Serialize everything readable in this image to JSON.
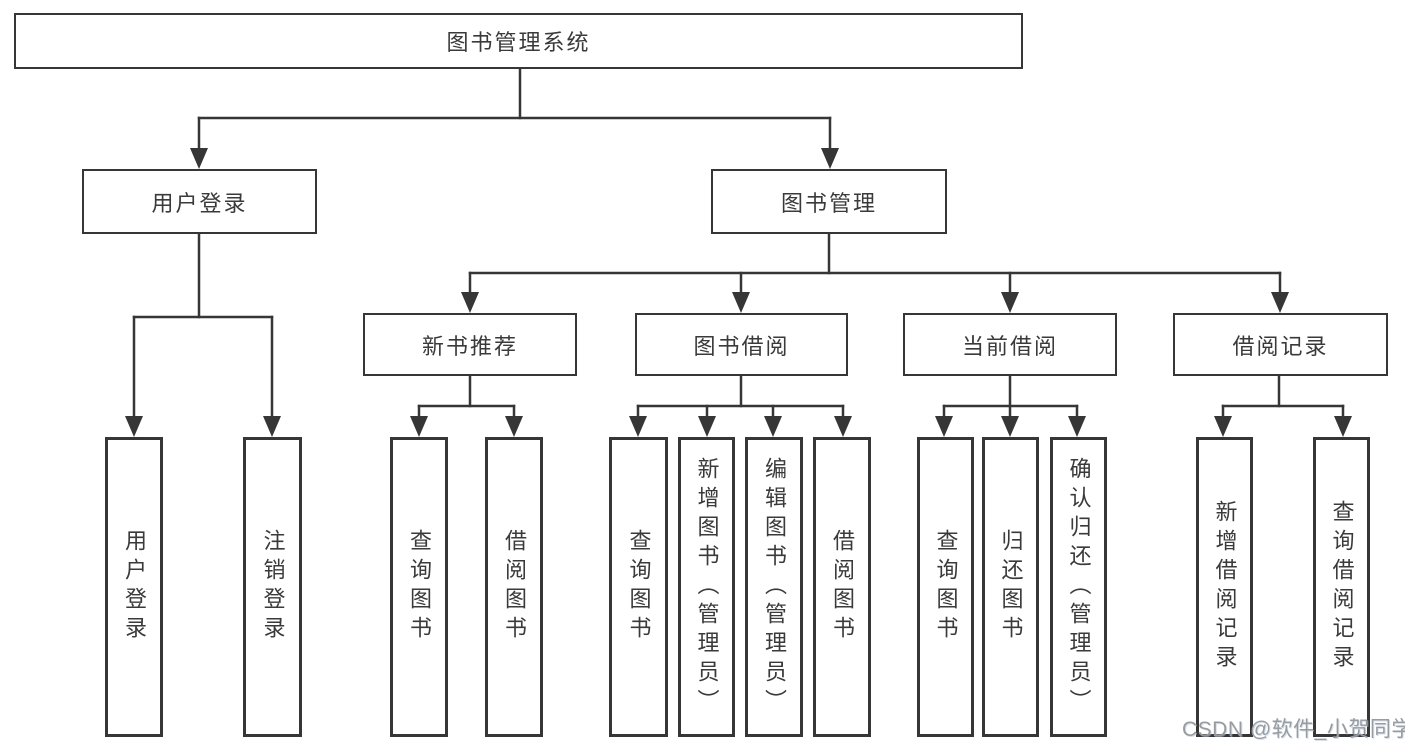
{
  "diagram": {
    "root": {
      "label": "图书管理系统"
    },
    "branches": [
      {
        "label": "用户登录",
        "children": [
          "用户登录",
          "注销登录"
        ]
      },
      {
        "label": "图书管理",
        "children": [
          {
            "label": "新书推荐",
            "children": [
              "查询图书",
              "借阅图书"
            ]
          },
          {
            "label": "图书借阅",
            "children": [
              "查询图书",
              "新增图书（管理员）",
              "编辑图书（管理员）",
              "借阅图书"
            ]
          },
          {
            "label": "当前借阅",
            "children": [
              "查询图书",
              "归还图书",
              "确认归还（管理员）"
            ]
          },
          {
            "label": "借阅记录",
            "children": [
              "新增借阅记录",
              "查询借阅记录"
            ]
          }
        ]
      }
    ]
  },
  "watermark": {
    "text": "CSDN @软件_小贺同学"
  },
  "colors": {
    "line": "#363636",
    "box_border": "#363636",
    "box_fill": "#ffffff",
    "text": "#3a3a3a",
    "watermark": "#9b9b9b",
    "background": "#ffffff"
  }
}
